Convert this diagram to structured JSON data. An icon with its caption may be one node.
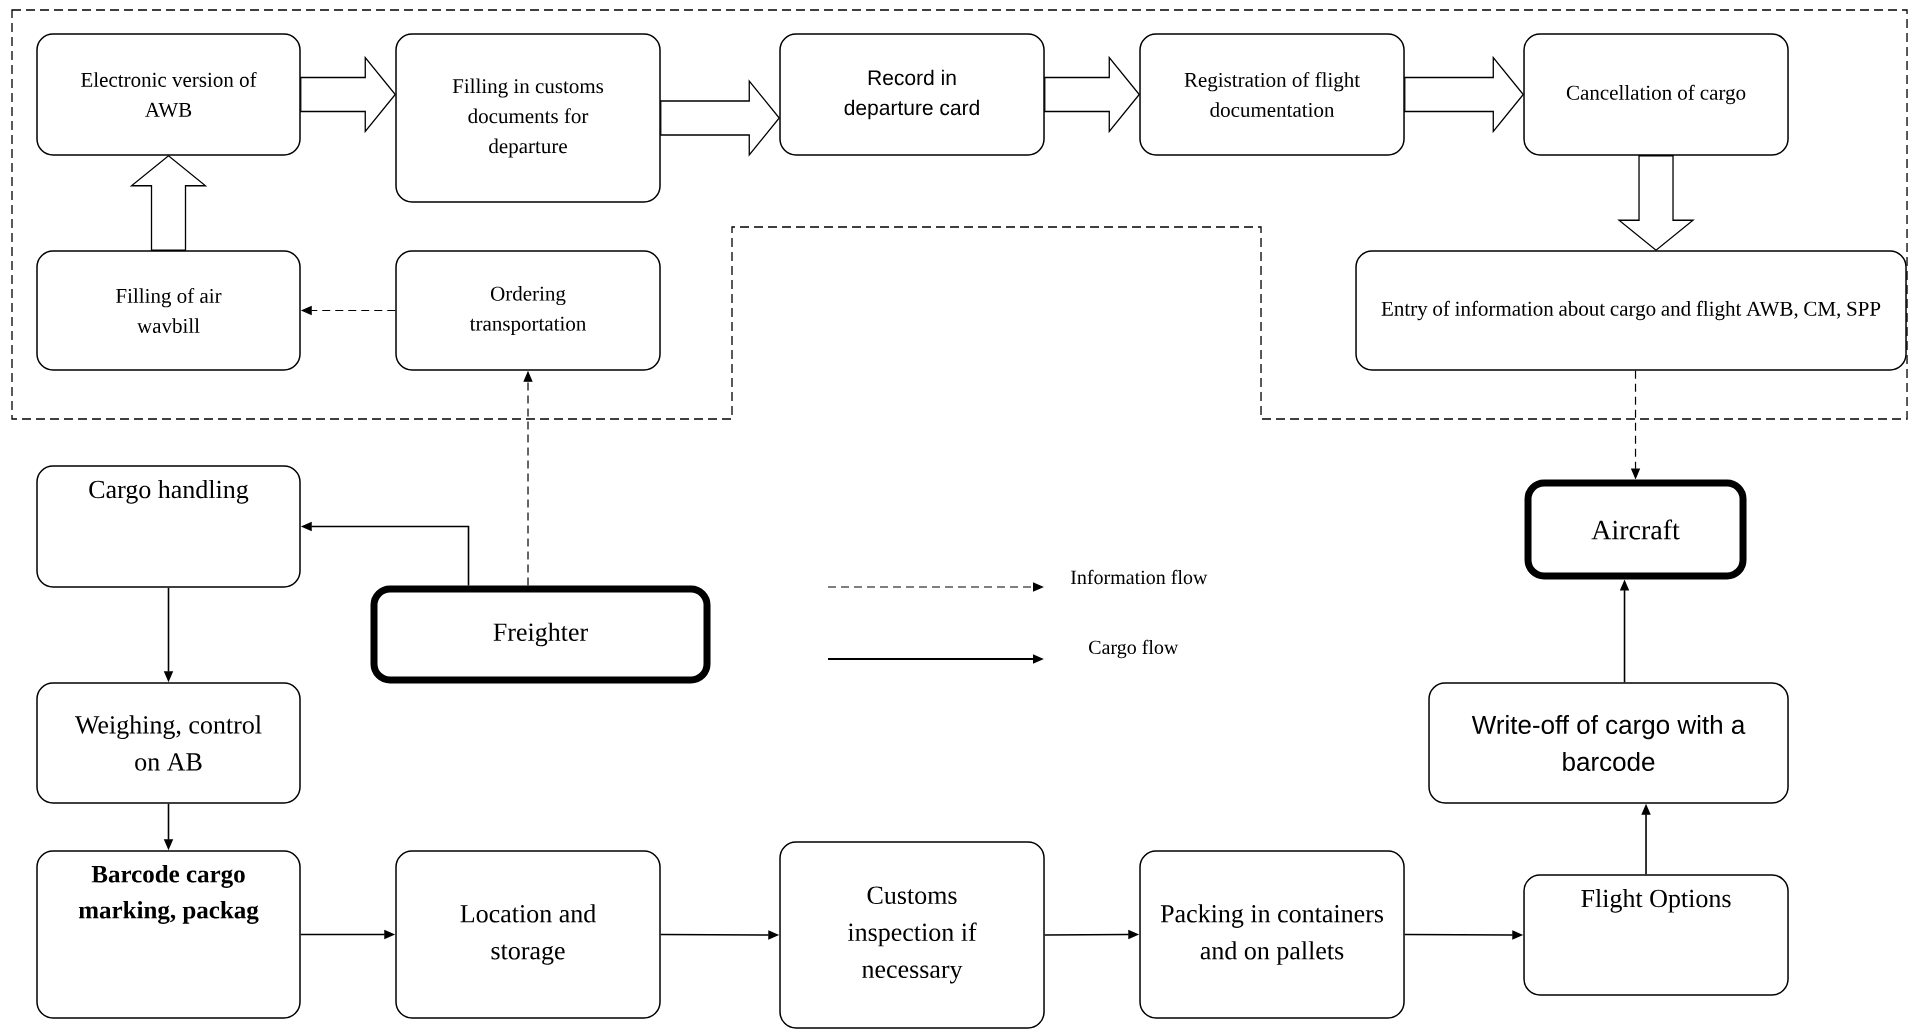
{
  "diagram": {
    "nodes": [
      {
        "text": [
          "Electronic version of AWB"
        ]
      },
      {
        "text": [
          "Filling in customs documents for departure"
        ]
      },
      {
        "text": [
          "Record in departure card"
        ]
      },
      {
        "text": [
          "Registration of flight documentation"
        ]
      },
      {
        "text": [
          "Cancellation of cargo"
        ]
      },
      {
        "text": [
          "Filling of air wavbill"
        ]
      },
      {
        "text": [
          "Ordering transportation"
        ]
      },
      {
        "text": [
          "Entry of information about cargo and flight AWB, CM, SPP"
        ]
      },
      {
        "text": [
          "Cargo handling"
        ]
      },
      {
        "text": [
          "Freighter"
        ]
      },
      {
        "text": [
          "Aircraft"
        ]
      },
      {
        "text": [
          "Weighing, control on AB"
        ]
      },
      {
        "text": [
          "Write-off of cargo with a barcode"
        ]
      },
      {
        "text": [
          "Barcode cargo marking, packag"
        ]
      },
      {
        "text": [
          "Location and storage"
        ]
      },
      {
        "text": [
          "Customs inspection if necessary"
        ]
      },
      {
        "text": [
          "Packing in containers and on pallets"
        ]
      },
      {
        "text": [
          "Flight Options"
        ]
      }
    ],
    "edges": [
      {
        "from": 0,
        "to": 1,
        "arrow": "to",
        "style": "thick"
      },
      {
        "from": 1,
        "to": 2,
        "arrow": "to",
        "style": "thick"
      },
      {
        "from": 2,
        "to": 3,
        "arrow": "to",
        "style": "thick"
      },
      {
        "from": 3,
        "to": 4,
        "arrow": "to",
        "style": "thick"
      },
      {
        "from": 5,
        "to": 0,
        "arrow": "to",
        "style": "thick"
      },
      {
        "from": 4,
        "to": 7,
        "arrow": "to",
        "style": "thick"
      },
      {
        "from": 6,
        "to": 5,
        "arrow": "to",
        "style": "dashed"
      },
      {
        "from": 9,
        "to": 6,
        "arrow": "to",
        "style": "dashed"
      },
      {
        "from": 7,
        "to": 10,
        "arrow": "to",
        "style": "dashed"
      },
      {
        "from": 9,
        "to": 8,
        "arrow": "to"
      },
      {
        "from": 8,
        "to": 11,
        "arrow": "to"
      },
      {
        "from": 11,
        "to": 13,
        "arrow": "to"
      },
      {
        "from": 13,
        "to": 14,
        "arrow": "to"
      },
      {
        "from": 14,
        "to": 15,
        "arrow": "to"
      },
      {
        "from": 15,
        "to": 16,
        "arrow": "to"
      },
      {
        "from": 16,
        "to": 17,
        "arrow": "to"
      },
      {
        "from": 17,
        "to": 12,
        "arrow": "to"
      },
      {
        "from": 12,
        "to": 10,
        "arrow": "to"
      }
    ],
    "legend": [
      {
        "text": "Information flow"
      },
      {
        "text": "Cargo flow"
      }
    ]
  }
}
